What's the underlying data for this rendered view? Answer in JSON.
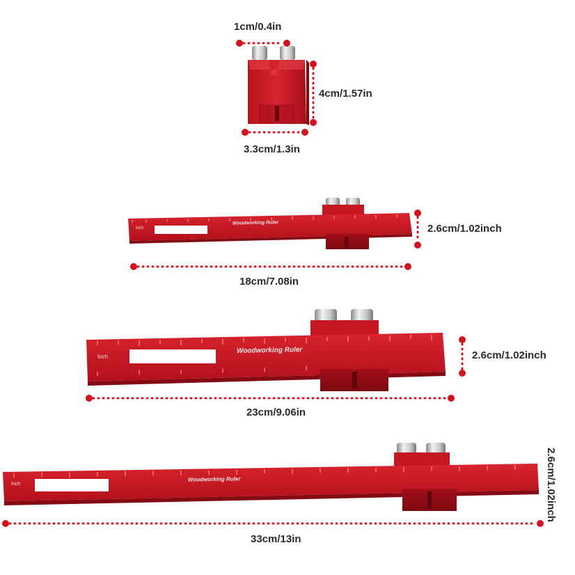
{
  "colors": {
    "accent": "#d4111c",
    "ruler": "#c1121f",
    "text": "#2b2b2b"
  },
  "products": [
    {
      "id": "block",
      "dims": {
        "top_width": "1cm/0.4in",
        "height": "4cm/1.57in",
        "bottom_width": "3.3cm/1.3in"
      }
    },
    {
      "id": "ruler-small",
      "ruler_title": "Woodworking Ruler",
      "unit_label": "inch",
      "dims": {
        "height": "2.6cm/1.02inch",
        "length": "18cm/7.08in"
      }
    },
    {
      "id": "ruler-medium",
      "ruler_title": "Woodworking Ruler",
      "unit_label": "Inch",
      "dims": {
        "height": "2.6cm/1.02inch",
        "length": "23cm/9.06in"
      }
    },
    {
      "id": "ruler-large",
      "ruler_title": "Woodworking Ruler",
      "unit_label": "Inch",
      "dims": {
        "height": "2.6cm/1.02inch",
        "length": "33cm/13in"
      }
    }
  ]
}
